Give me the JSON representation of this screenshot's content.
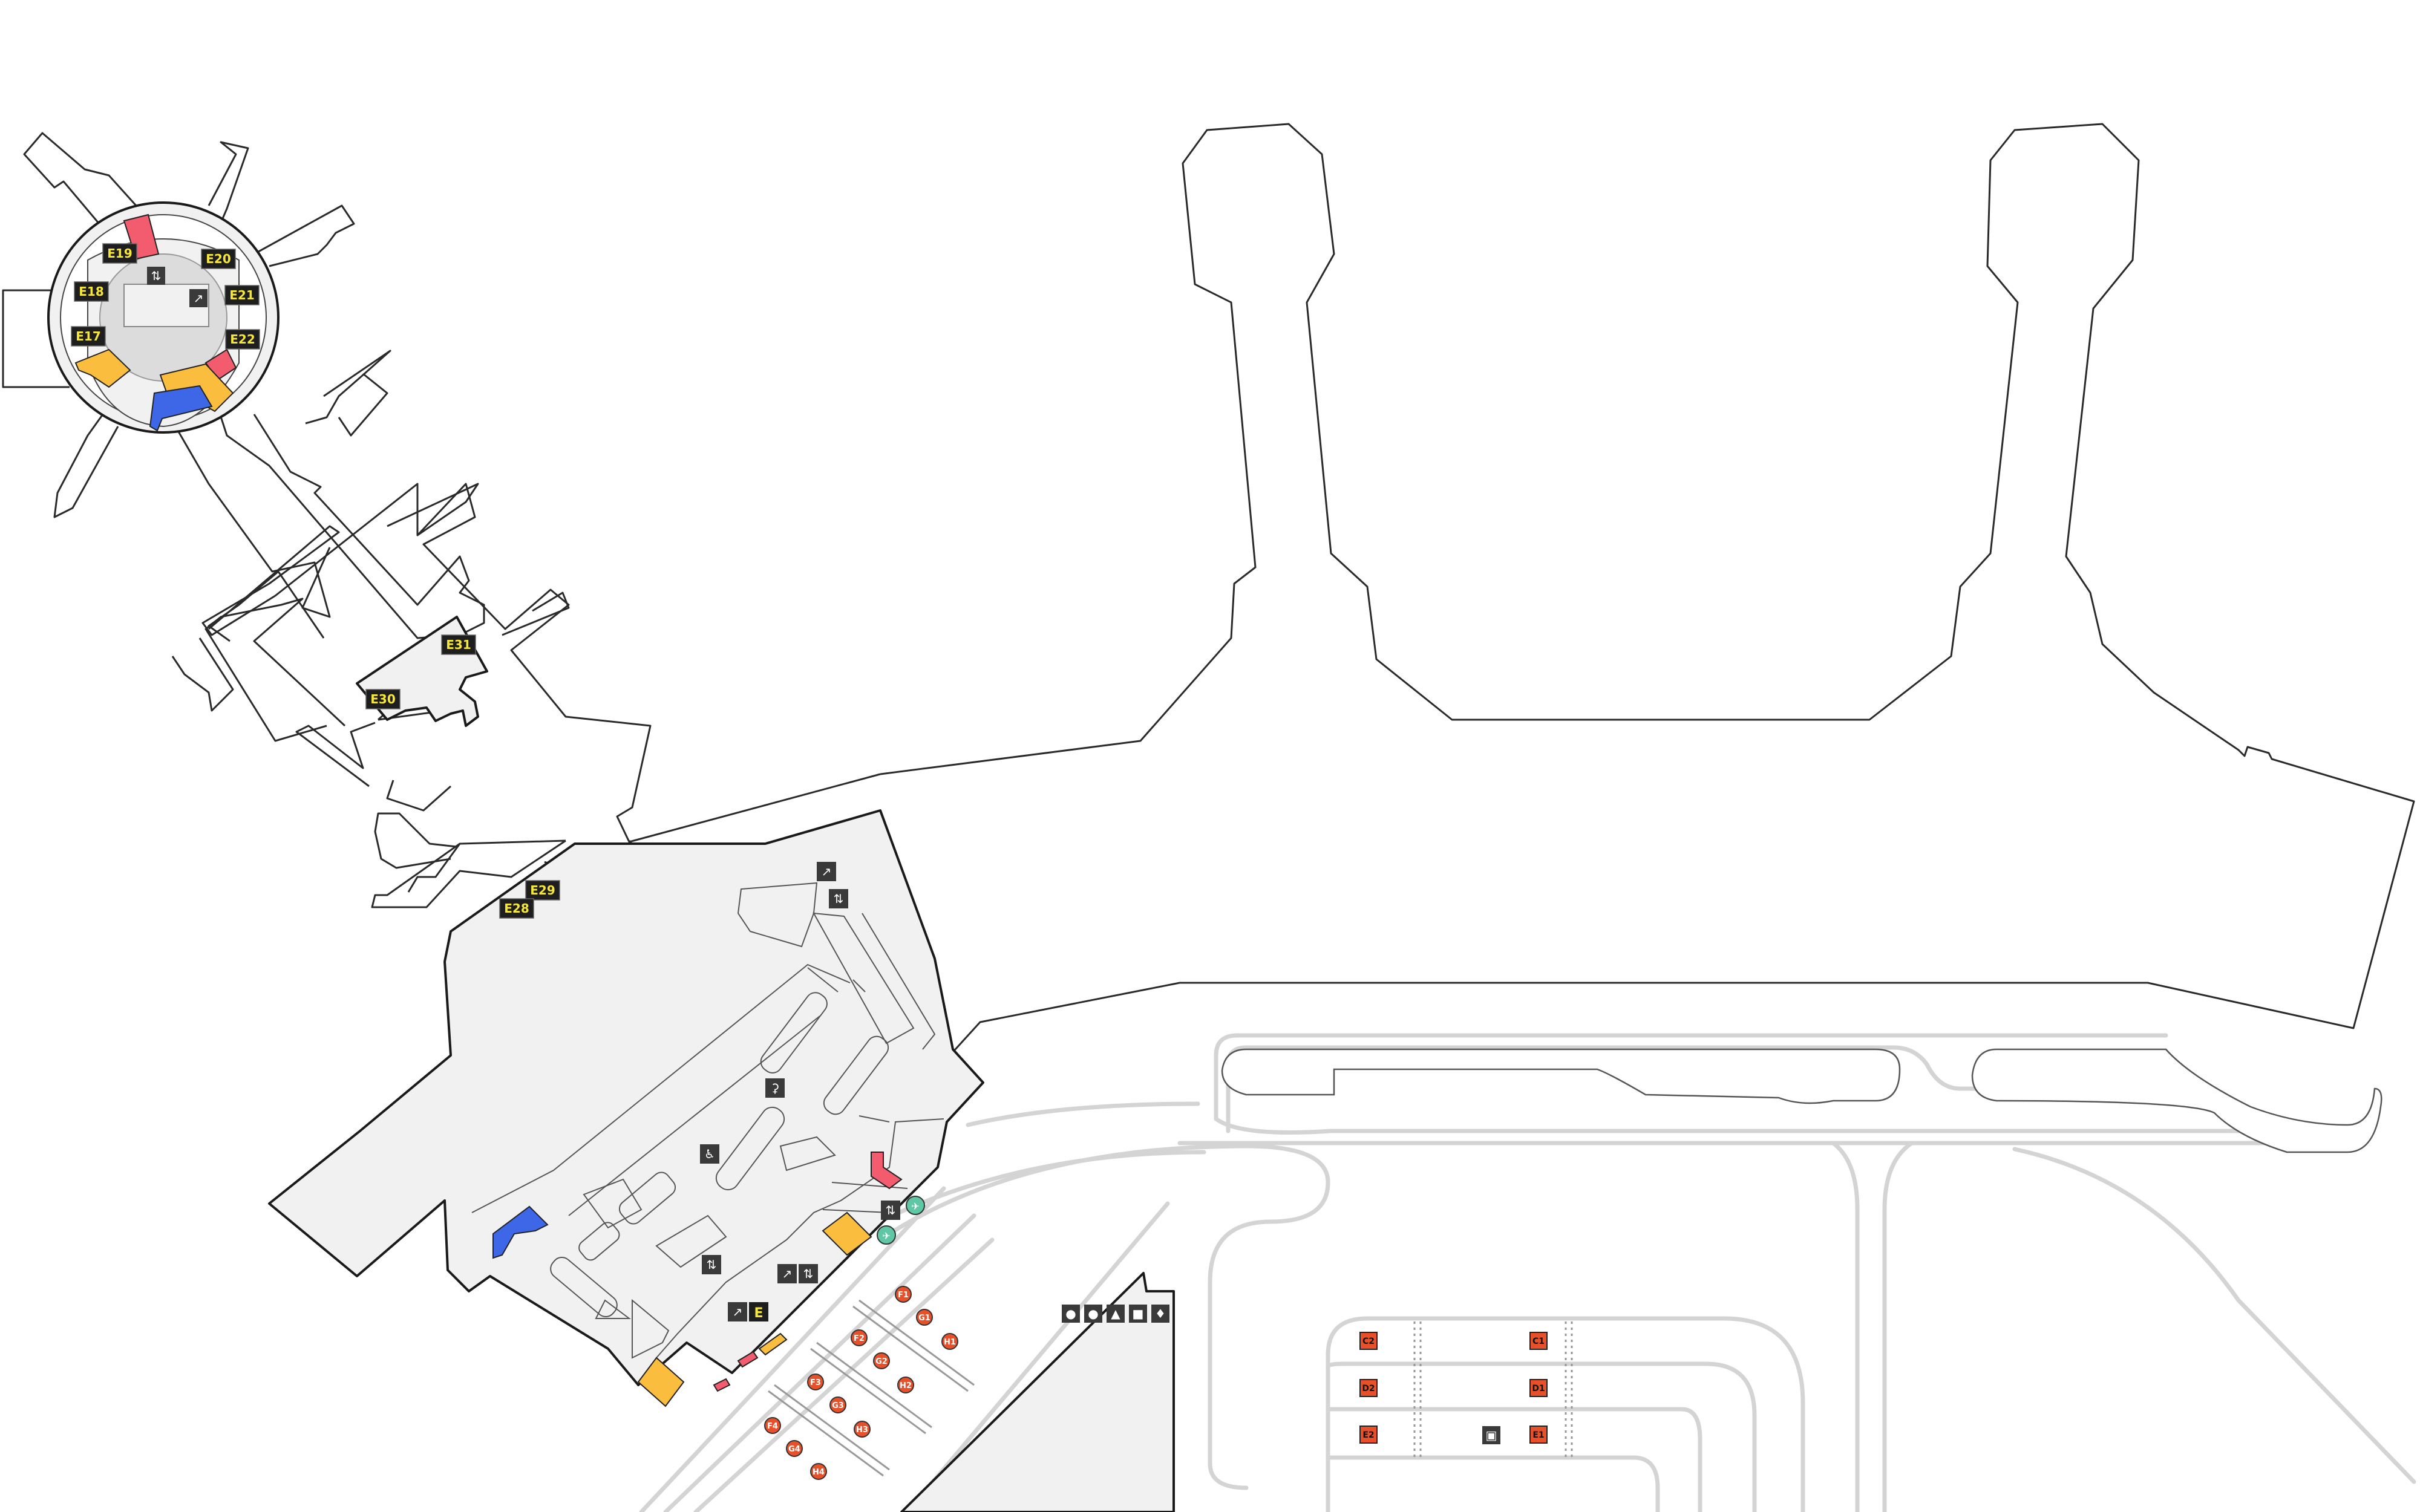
{
  "map": {
    "colors": {
      "restroom": "#f25c6e",
      "shop": "#fbbd3d",
      "lounge": "#3d67e6",
      "floor": "#f1f1f1",
      "outline": "#1a1a1a",
      "road": "#d4d4d4",
      "gate_label_bg": "#1e1e1e",
      "gate_label_text": "#f6e63a",
      "transport_stop": "#e8502a",
      "train": "#5fc7a5"
    },
    "gates": {
      "e17": "E17",
      "e18": "E18",
      "e19": "E19",
      "e20": "E20",
      "e21": "E21",
      "e22": "E22",
      "e28": "E28",
      "e29": "E29",
      "e30": "E30",
      "e31": "E31"
    },
    "exit_label": "E",
    "pickup_markers": {
      "c1": "C1",
      "c2": "C2",
      "d1": "D1",
      "d2": "D2",
      "e1": "E1",
      "e2": "E2"
    },
    "icons": {
      "rotunda": [
        "elevator-icon",
        "escalator-icon"
      ],
      "upper_concourse": [
        "escalator-icon",
        "elevator-icon"
      ],
      "mid_concourse": [
        "stroller-icon",
        "accessible-icon"
      ],
      "lower_concourse": [
        "elevator-icon",
        "escalator-icon",
        "elevator-icon",
        "escalator-icon"
      ],
      "transport_row": [
        "taxi-icon",
        "car-rental-icon",
        "shuttle-icon",
        "bus-icon",
        "parking-icon"
      ],
      "parking_lot": [
        "payment-icon"
      ]
    }
  }
}
